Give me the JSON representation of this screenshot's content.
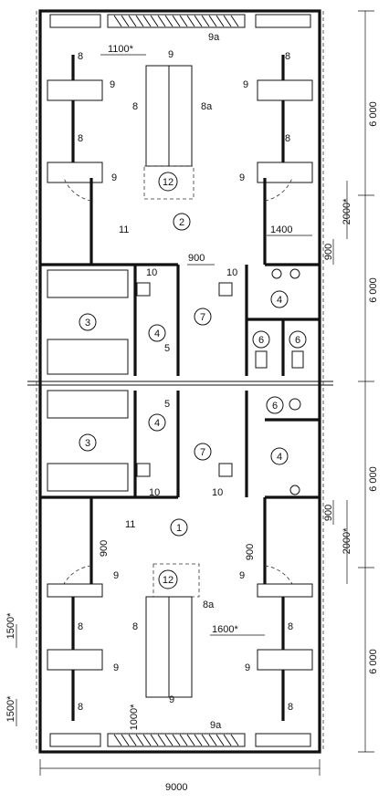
{
  "room_numbers": [
    "1",
    "2",
    "3",
    "4",
    "5",
    "6",
    "7",
    "10",
    "11",
    "12"
  ],
  "furniture_labels": [
    "8",
    "8a",
    "9",
    "9a"
  ],
  "dimensions": {
    "w1100": "1100*",
    "w1400": "1400",
    "w900": "900",
    "w1600": "1600*",
    "w1500": "1500*",
    "w1000": "1000*",
    "w2000": "2000*",
    "w6000": "6 000",
    "w9000": "9000"
  }
}
